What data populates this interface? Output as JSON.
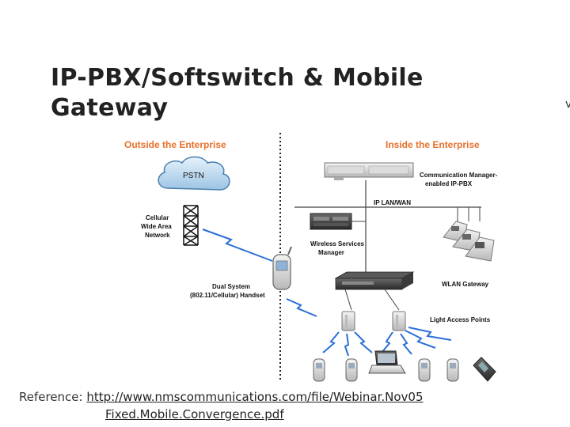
{
  "slide": {
    "title_line1": "IP-PBX/Softswitch & Mobile",
    "title_line2": "Gateway",
    "edge_glyph": "v"
  },
  "diagram": {
    "section_outside": "Outside the Enterprise",
    "section_inside": "Inside the Enterprise",
    "pstn": "PSTN",
    "cellular_1": "Cellular",
    "cellular_2": "Wide Area",
    "cellular_3": "Network",
    "pbx_1": "Communication Manager-",
    "pbx_2": "enabled  IP-PBX",
    "lan": "IP LAN/WAN",
    "wsm_1": "Wireless Services",
    "wsm_2": "Manager",
    "wlan": "WLAN Gateway",
    "dual_1": "Dual System",
    "dual_2": "(802.11/Cellular)  Handset",
    "lap": "Light Access Points",
    "colors": {
      "header_orange": "#e8702a",
      "wireless_blue": "#2a6fd6",
      "device_gray": "#9a9a9a",
      "device_dark": "#3a3a3a"
    }
  },
  "reference": {
    "prefix": "Reference: ",
    "url_line1": "http://www.nmscommunications.com/file/Webinar.Nov05",
    "url_line2": "Fixed.Mobile.Convergence.pdf"
  }
}
